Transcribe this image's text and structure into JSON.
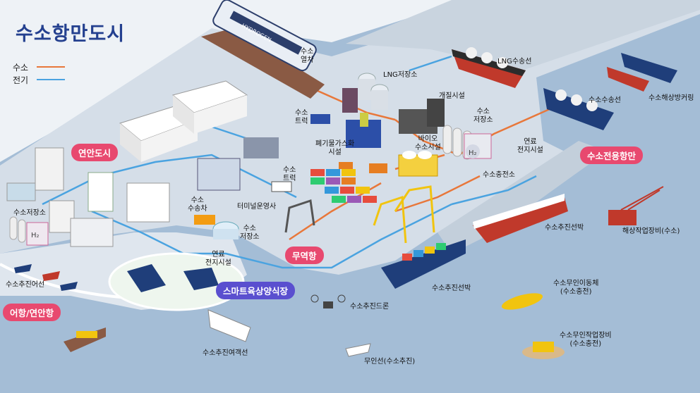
{
  "title": "수소항만도시",
  "legend": [
    {
      "label": "수소",
      "color": "#e8773a"
    },
    {
      "label": "전기",
      "color": "#4aa3e0"
    }
  ],
  "zones": {
    "residential": "연안도시",
    "hydrogen_port": "수소전용항만",
    "trade_port": "무역항",
    "aquaculture": "스마트육상양식장",
    "fishing_port": "어항/연안항"
  },
  "labels": {
    "train": "수소\n열차",
    "lng_storage": "LNG저장소",
    "lng_carrier": "LNG수송선",
    "h2_carrier": "수소수송선",
    "offshore_ship": "수소해상방커링",
    "reforming": "개질시설",
    "h2_storage_top": "수소\n저장소",
    "fuel_cell_top": "연료\n전지시설",
    "truck_top": "수소\n트럭",
    "waste_gas": "폐기물가스화\n시설",
    "bio": "바이오\n수소시설",
    "h2_station": "수소충전소",
    "truck_mid": "수소\n트럭",
    "terminal": "터미널운영사",
    "tube_trailer": "수소\n수송차",
    "h2_storage_mid": "수소\n저장소",
    "fuel_cell_mid": "연료\n전지시설",
    "h2_storage_left": "수소저장소",
    "h2_ship_right": "수소추진선박",
    "h2_ship_center": "수소추진선박",
    "offshore_equip": "해상작업장비(수소)",
    "fishing_boat": "수소추진어선",
    "drone": "수소추진드론",
    "auv": "수소무인이동체\n(수소충전)",
    "rov": "수소무인작업장비\n(수소충전)",
    "ferry": "수소추진여객선",
    "usv": "무인선(수소추진)"
  },
  "train_text": "HYDROGEN",
  "h2_symbol": "H₂"
}
